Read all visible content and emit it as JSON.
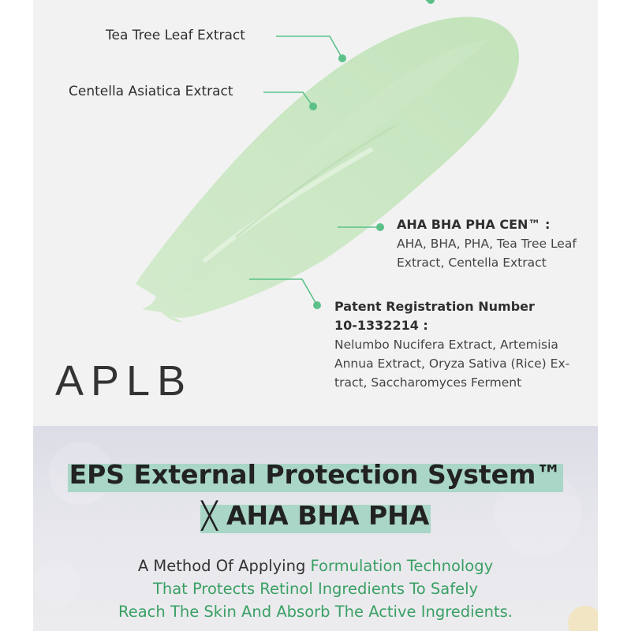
{
  "colors": {
    "accent": "#5cc189",
    "cream": "#cfe8c9",
    "headline_highlight": "#a9d6c6",
    "text_green": "#3aa064"
  },
  "callouts": {
    "tea_tree": "Tea Tree Leaf Extract",
    "centella": "Centella Asiatica Extract",
    "aha": {
      "title": "AHA BHA PHA CEN™ :",
      "lines": [
        "AHA, BHA, PHA, Tea Tree Leaf",
        "Extract, Centella Extract"
      ]
    },
    "patent": {
      "title_lines": [
        "Patent Registration Number",
        "10-1332214 :"
      ],
      "lines": [
        "Nelumbo Nucifera Extract, Artemisia",
        "Annua Extract, Oryza Sativa (Rice) Ex-",
        "tract, Saccharomyces Ferment"
      ]
    }
  },
  "brand": "APLB",
  "headline": {
    "line1": "EPS External Protection System™",
    "line2": "╳ AHA BHA PHA"
  },
  "description": {
    "line1_plain": "A Method Of Applying ",
    "line1_green": "Formulation Technology",
    "line2": "That Protects Retinol Ingredients To Safely",
    "line3": "Reach The Skin And Absorb The Active Ingredients."
  }
}
